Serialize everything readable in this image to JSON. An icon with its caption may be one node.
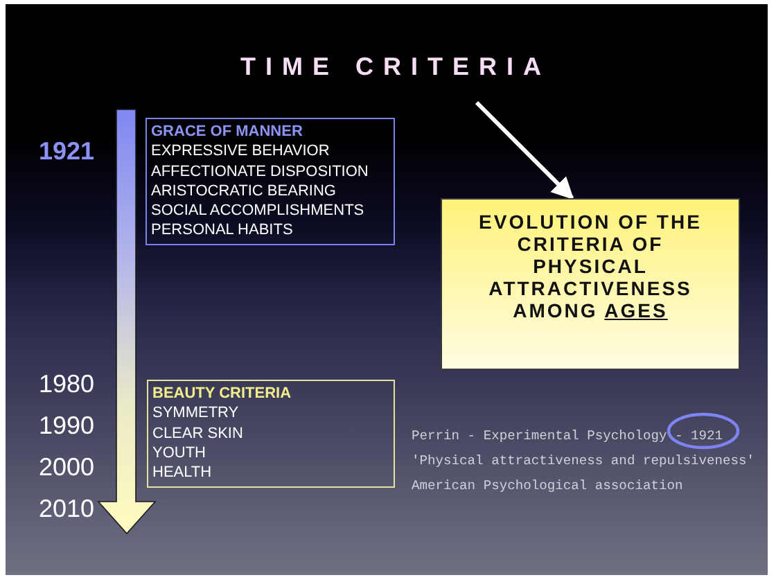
{
  "diagram": {
    "title": "TIME CRITERIA",
    "nodes": [
      {
        "text": [
          "GRACE OF MANNER",
          "EXPRESSIVE BEHAVIOR",
          "AFFECTIONATE DISPOSITION",
          "ARISTOCRATIC BEARING",
          "SOCIAL ACCOMPLISHMENTS",
          "PERSONAL HABITS"
        ]
      },
      {
        "text": [
          "BEAUTY CRITERIA",
          "SYMMETRY",
          "CLEAR SKIN",
          "YOUTH",
          "HEALTH"
        ]
      },
      {
        "text": [
          "EVOLUTION OF THE CRITERIA OF PHYSICAL ATTRACTIVENESS AMONG AGES"
        ]
      }
    ],
    "edges": [
      {
        "from": null,
        "to": 2,
        "arrow": "to"
      }
    ],
    "labels": [
      "1921",
      "1980",
      "1990",
      "2000",
      "2010",
      "Perrin - Experimental Psychology - 1921",
      "'Physical attractiveness and repulsiveness'",
      "American Psychological association"
    ]
  }
}
